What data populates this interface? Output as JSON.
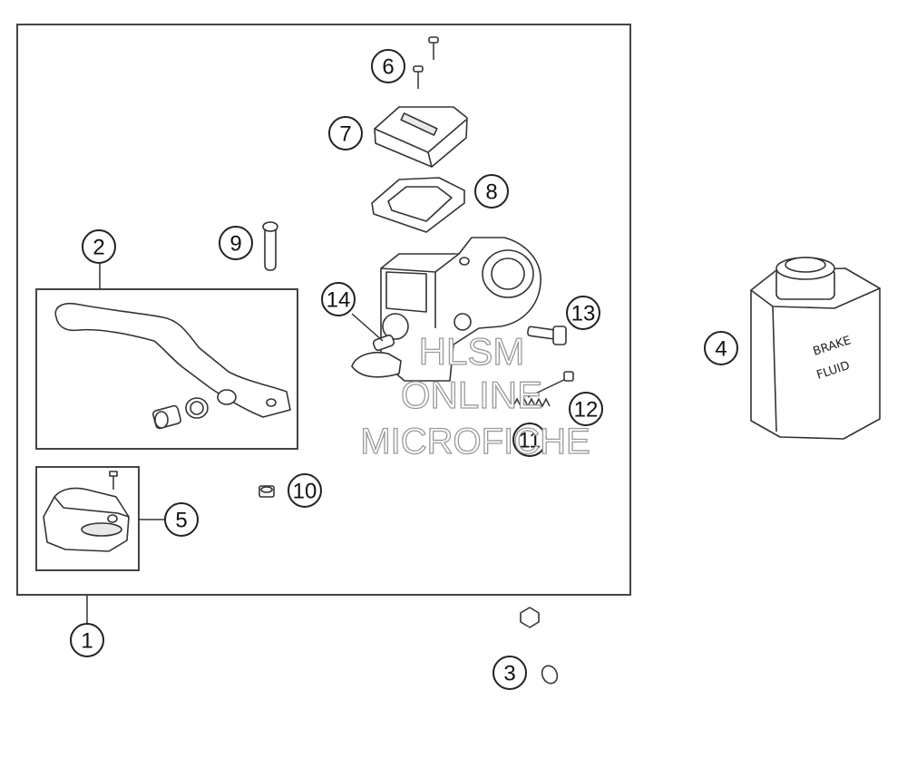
{
  "callouts": {
    "c1": "1",
    "c2": "2",
    "c3": "3",
    "c4": "4",
    "c5": "5",
    "c6": "6",
    "c7": "7",
    "c8": "8",
    "c9": "9",
    "c10": "10",
    "c11": "11",
    "c12": "12",
    "c13": "13",
    "c14": "14"
  },
  "container_label": {
    "line1": "BRAKE",
    "line2": "FLUID"
  },
  "watermark": {
    "line1": "HLSM",
    "line2": "ONLINE",
    "line3": "MICROFICHE"
  }
}
